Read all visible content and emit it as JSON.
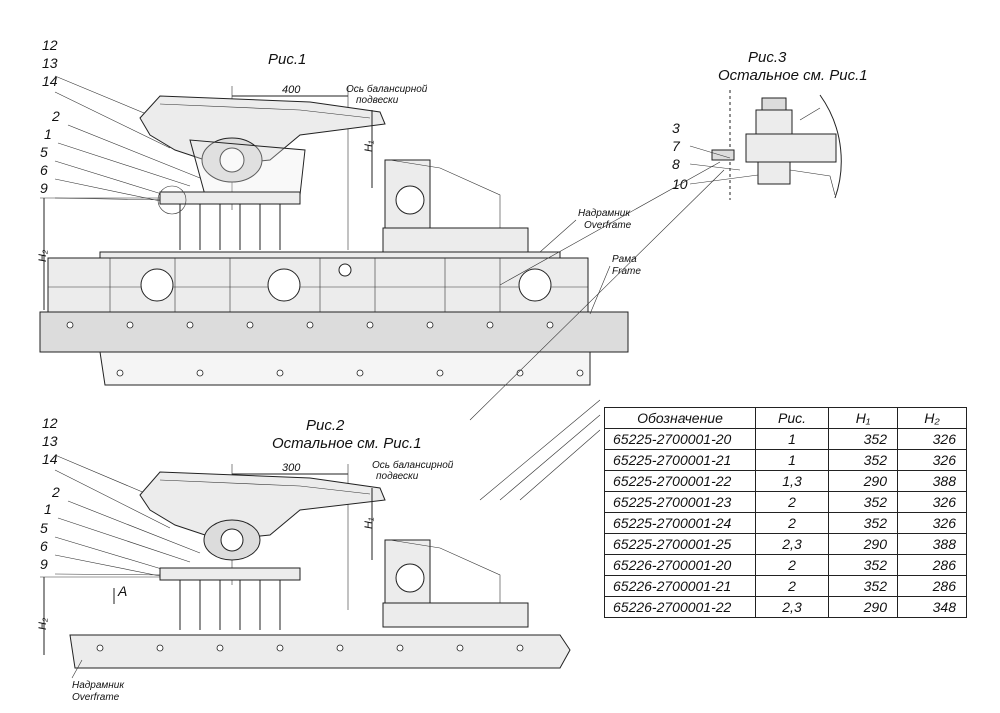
{
  "fig1": {
    "title": "Рис.1",
    "dim_400": "400",
    "axis_line1": "Ось балансирной",
    "axis_line2": "подвески",
    "h1": "H₁",
    "h2": "H₂",
    "callouts": [
      "12",
      "13",
      "14",
      "2",
      "1",
      "5",
      "6",
      "9"
    ],
    "overframe_ru": "Надрамник",
    "overframe_en": "Overframe",
    "frame_ru": "Рама",
    "frame_en": "Frame"
  },
  "fig2": {
    "title_line1": "Рис.2",
    "title_line2": "Остальное см. Рис.1",
    "dim_300": "300",
    "axis_line1": "Ось балансирной",
    "axis_line2": "подвески",
    "h1": "H₁",
    "h2": "H₂",
    "callouts": [
      "12",
      "13",
      "14",
      "2",
      "1",
      "5",
      "6",
      "9"
    ],
    "view_a": "A",
    "overframe_ru": "Надрамник",
    "overframe_en": "Overframe"
  },
  "fig3": {
    "title_line1": "Рис.3",
    "title_line2": "Остальное см. Рис.1",
    "callouts": [
      "3",
      "7",
      "8",
      "10"
    ]
  },
  "table": {
    "headers": [
      "Обозначение",
      "Рис.",
      "H₁",
      "H₂"
    ],
    "rows": [
      {
        "designation": "65225-2700001-20",
        "fig": "1",
        "h1": "352",
        "h2": "326"
      },
      {
        "designation": "65225-2700001-21",
        "fig": "1",
        "h1": "352",
        "h2": "326"
      },
      {
        "designation": "65225-2700001-22",
        "fig": "1,3",
        "h1": "290",
        "h2": "388"
      },
      {
        "designation": "65225-2700001-23",
        "fig": "2",
        "h1": "352",
        "h2": "326"
      },
      {
        "designation": "65225-2700001-24",
        "fig": "2",
        "h1": "352",
        "h2": "326"
      },
      {
        "designation": "65225-2700001-25",
        "fig": "2,3",
        "h1": "290",
        "h2": "388"
      },
      {
        "designation": "65226-2700001-20",
        "fig": "2",
        "h1": "352",
        "h2": "286"
      },
      {
        "designation": "65226-2700001-21",
        "fig": "2",
        "h1": "352",
        "h2": "286"
      },
      {
        "designation": "65226-2700001-22",
        "fig": "2,3",
        "h1": "290",
        "h2": "348"
      }
    ]
  }
}
